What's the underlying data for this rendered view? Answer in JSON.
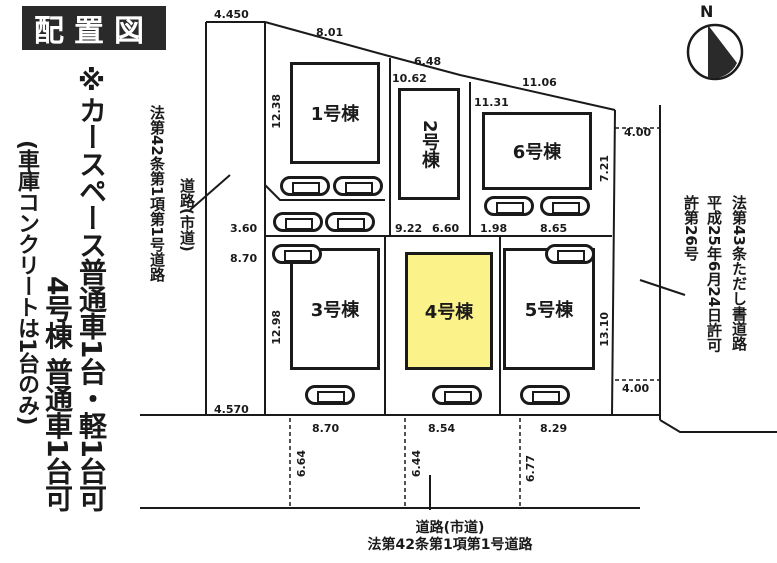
{
  "title": "配置図",
  "notes": {
    "parking_general": "※カースペース普通車1台・軽1台可",
    "parking_unit4": "4号棟 普通車1台可",
    "garage_note": "(車庫コンクリートは1台のみ)"
  },
  "roads": {
    "left_law": "法第42条第1項第1号道路",
    "left_type": "道路(市道)",
    "right_law": "法第43条ただし書道路",
    "right_permit_date": "平成25年6月24日許可",
    "right_permit_no": "許第26号",
    "bottom_type": "道路(市道)",
    "bottom_law": "法第42条第1項第1号道路"
  },
  "compass": {
    "label": "N"
  },
  "buildings": [
    {
      "id": "1",
      "label": "1号棟",
      "highlight": false
    },
    {
      "id": "2",
      "label": "2号棟",
      "highlight": false
    },
    {
      "id": "3",
      "label": "3号棟",
      "highlight": false
    },
    {
      "id": "4",
      "label": "4号棟",
      "highlight": true,
      "color": "#fbf28a"
    },
    {
      "id": "5",
      "label": "5号棟",
      "highlight": false
    },
    {
      "id": "6",
      "label": "6号棟",
      "highlight": false
    }
  ],
  "dimensions": {
    "top_left_width": "4.450",
    "top_edge_1": "8.01",
    "top_edge_2": "6.48",
    "top_edge_3": "11.06",
    "lot2_top": "10.62",
    "lot6_top": "11.31",
    "lot1_depth": "12.38",
    "lot6_right": "7.21",
    "right_setback_top": "4.00",
    "right_setback_bottom": "4.00",
    "left_access_1": "3.60",
    "left_access_2": "8.70",
    "mid_1": "9.22",
    "mid_2": "6.60",
    "mid_3": "1.98",
    "mid_4": "8.65",
    "lot3_depth": "12.98",
    "lot5_right": "13.10",
    "bottom_left_width": "4.570",
    "front_3": "8.70",
    "front_4": "8.54",
    "front_5": "8.29",
    "depth_3": "6.64",
    "depth_4": "6.44",
    "depth_5": "6.77"
  }
}
